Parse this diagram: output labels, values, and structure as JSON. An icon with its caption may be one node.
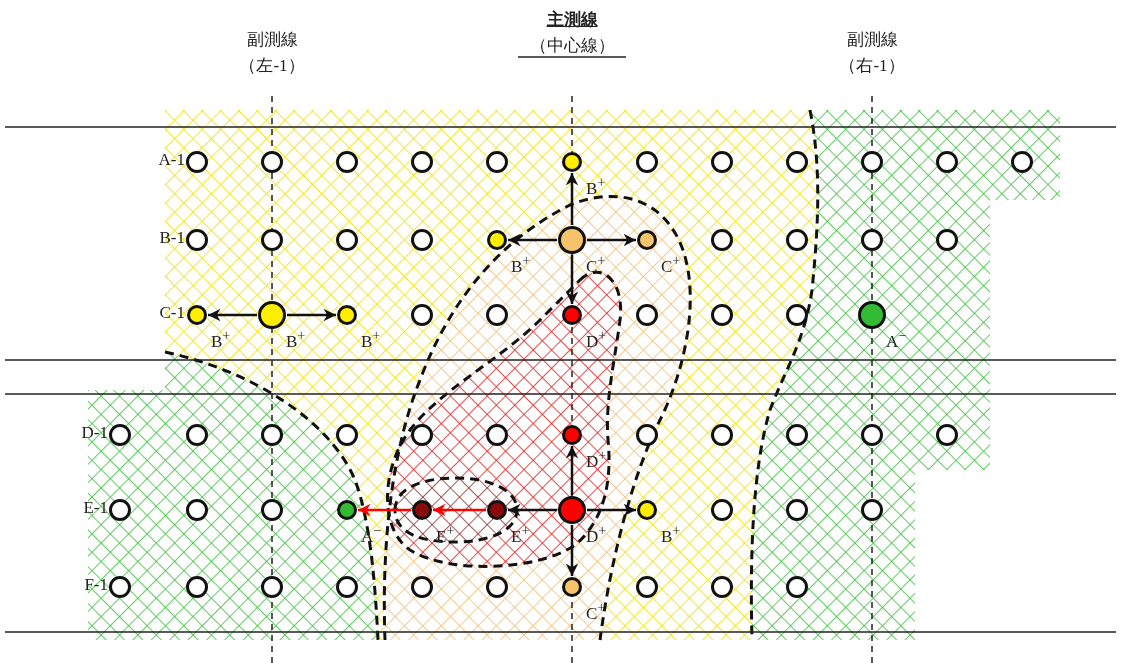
{
  "diagram": {
    "nodes": [
      {
        "text": [],
        "shape": "circle",
        "beside": [
          "B$^{+}$"
        ]
      },
      {
        "text": [],
        "shape": "circle",
        "beside": [
          "B$^{+}$"
        ]
      },
      {
        "text": [],
        "shape": "circle",
        "beside": [
          "C$^{+}$"
        ]
      },
      {
        "text": [],
        "shape": "circle",
        "beside": [
          "C$^{+}$"
        ]
      },
      {
        "text": [],
        "shape": "circle",
        "beside": [
          "B$^{+}$"
        ]
      },
      {
        "text": [],
        "shape": "circle",
        "beside": [
          "B$^{+}$"
        ]
      },
      {
        "text": [],
        "shape": "circle",
        "beside": [
          "B$^{+}$"
        ]
      },
      {
        "text": [],
        "shape": "circle",
        "beside": [
          "D$^{+}$"
        ]
      },
      {
        "text": [],
        "shape": "circle",
        "beside": [
          "A$^{−}$"
        ]
      },
      {
        "text": [],
        "shape": "circle",
        "beside": [
          "D$^{+}$"
        ]
      },
      {
        "text": [],
        "shape": "circle",
        "beside": [
          "A$^{−}$"
        ]
      },
      {
        "text": [],
        "shape": "circle",
        "beside": [
          "E$^{+}$"
        ]
      },
      {
        "text": [],
        "shape": "circle",
        "beside": [
          "E$^{+}$"
        ]
      },
      {
        "text": [],
        "shape": "circle",
        "beside": [
          "D$^{+}$"
        ]
      },
      {
        "text": [],
        "shape": "circle",
        "beside": [
          "B$^{+}$"
        ]
      },
      {
        "text": [],
        "shape": "circle",
        "beside": [
          "C$^{+}$"
        ]
      }
    ],
    "edges": [
      {
        "from": 5,
        "to": 4,
        "arrow": "to"
      },
      {
        "from": 5,
        "to": 6,
        "arrow": "to"
      },
      {
        "from": 2,
        "to": 0,
        "arrow": "to"
      },
      {
        "from": 2,
        "to": 1,
        "arrow": "to"
      },
      {
        "from": 2,
        "to": 3,
        "arrow": "to"
      },
      {
        "from": 2,
        "to": 7,
        "arrow": "to"
      },
      {
        "from": 13,
        "to": 9,
        "arrow": "to"
      },
      {
        "from": 13,
        "to": 12,
        "arrow": "to"
      },
      {
        "from": 13,
        "to": 14,
        "arrow": "to"
      },
      {
        "from": 13,
        "to": 15,
        "arrow": "to"
      },
      {
        "from": 12,
        "to": 11,
        "arrow": "to",
        "color": "#ff0000"
      },
      {
        "from": 11,
        "to": 10,
        "arrow": "to",
        "color": "#ff0000"
      }
    ],
    "labels": [
      "副測線",
      "（左-1）",
      "主測線",
      "（中心線）",
      "副測線",
      "（右-1）",
      "A-1",
      "B-1",
      "C-1",
      "D-1",
      "E-1",
      "F-1"
    ]
  }
}
